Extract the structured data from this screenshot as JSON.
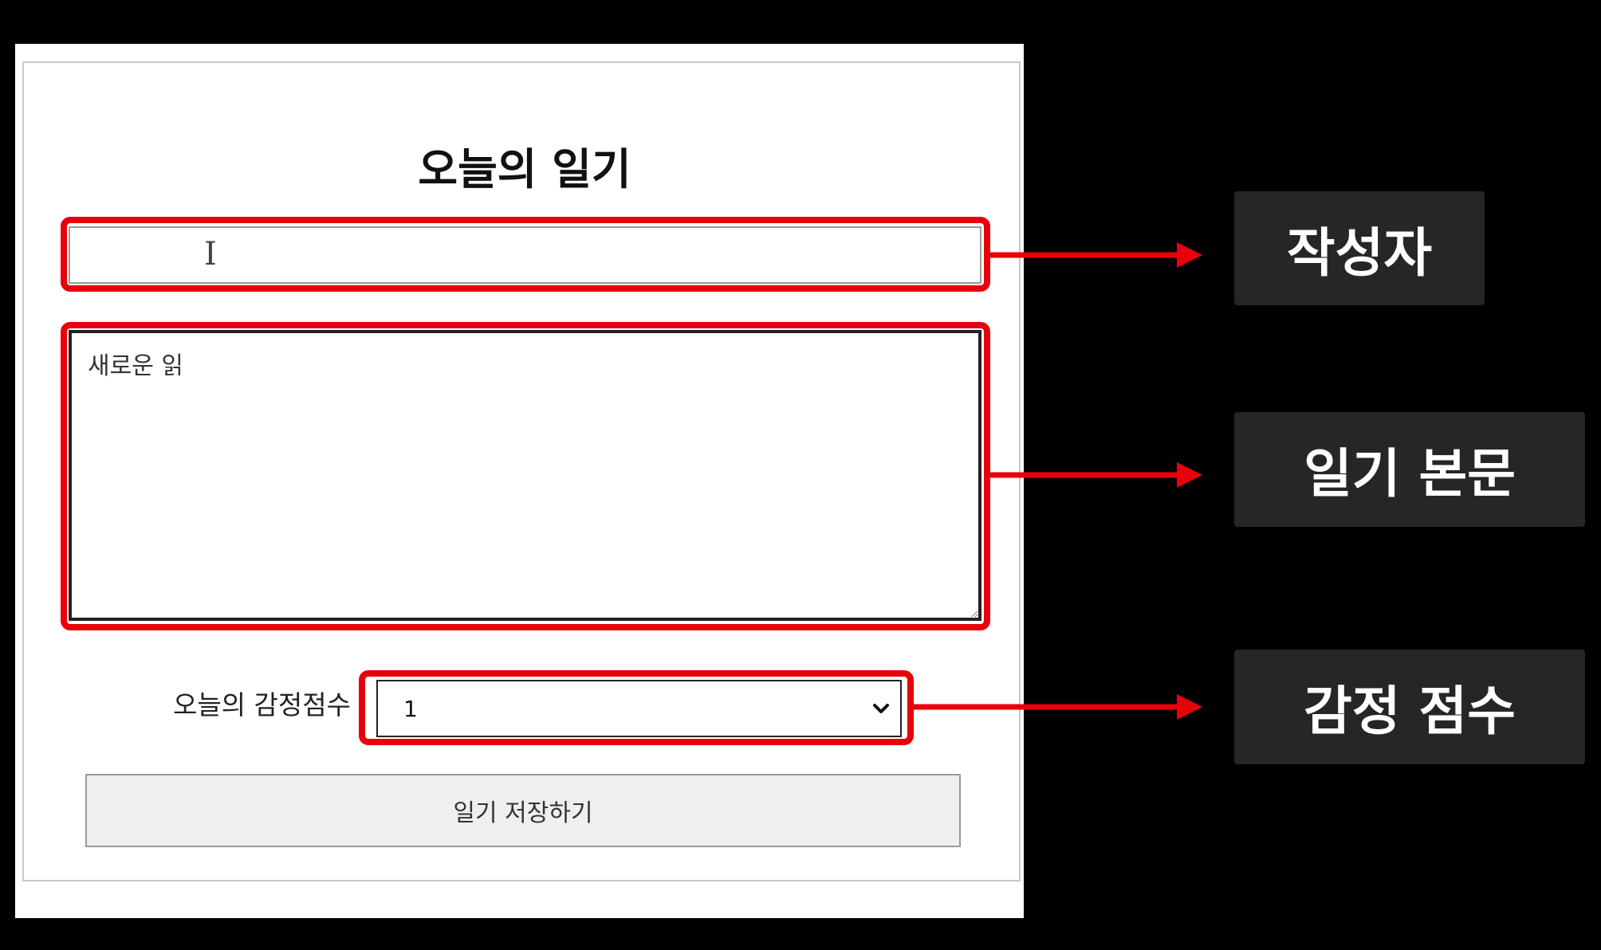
{
  "form": {
    "title": "오늘의 일기",
    "author_value": "",
    "author_placeholder": "",
    "content_value": "새로운 읽",
    "emotion_label": "오늘의 감정점수",
    "emotion_selected": "1",
    "save_label": "일기 저장하기"
  },
  "annotations": {
    "author_tag": "작성자",
    "content_tag": "일기 본문",
    "emotion_tag": "감정 점수"
  },
  "colors": {
    "highlight": "#e8000b",
    "tag_background": "#262626",
    "page_background": "#000000"
  },
  "icons": {
    "text_cursor": "i-beam-cursor-icon",
    "select_chevron": "chevron-down-icon"
  }
}
